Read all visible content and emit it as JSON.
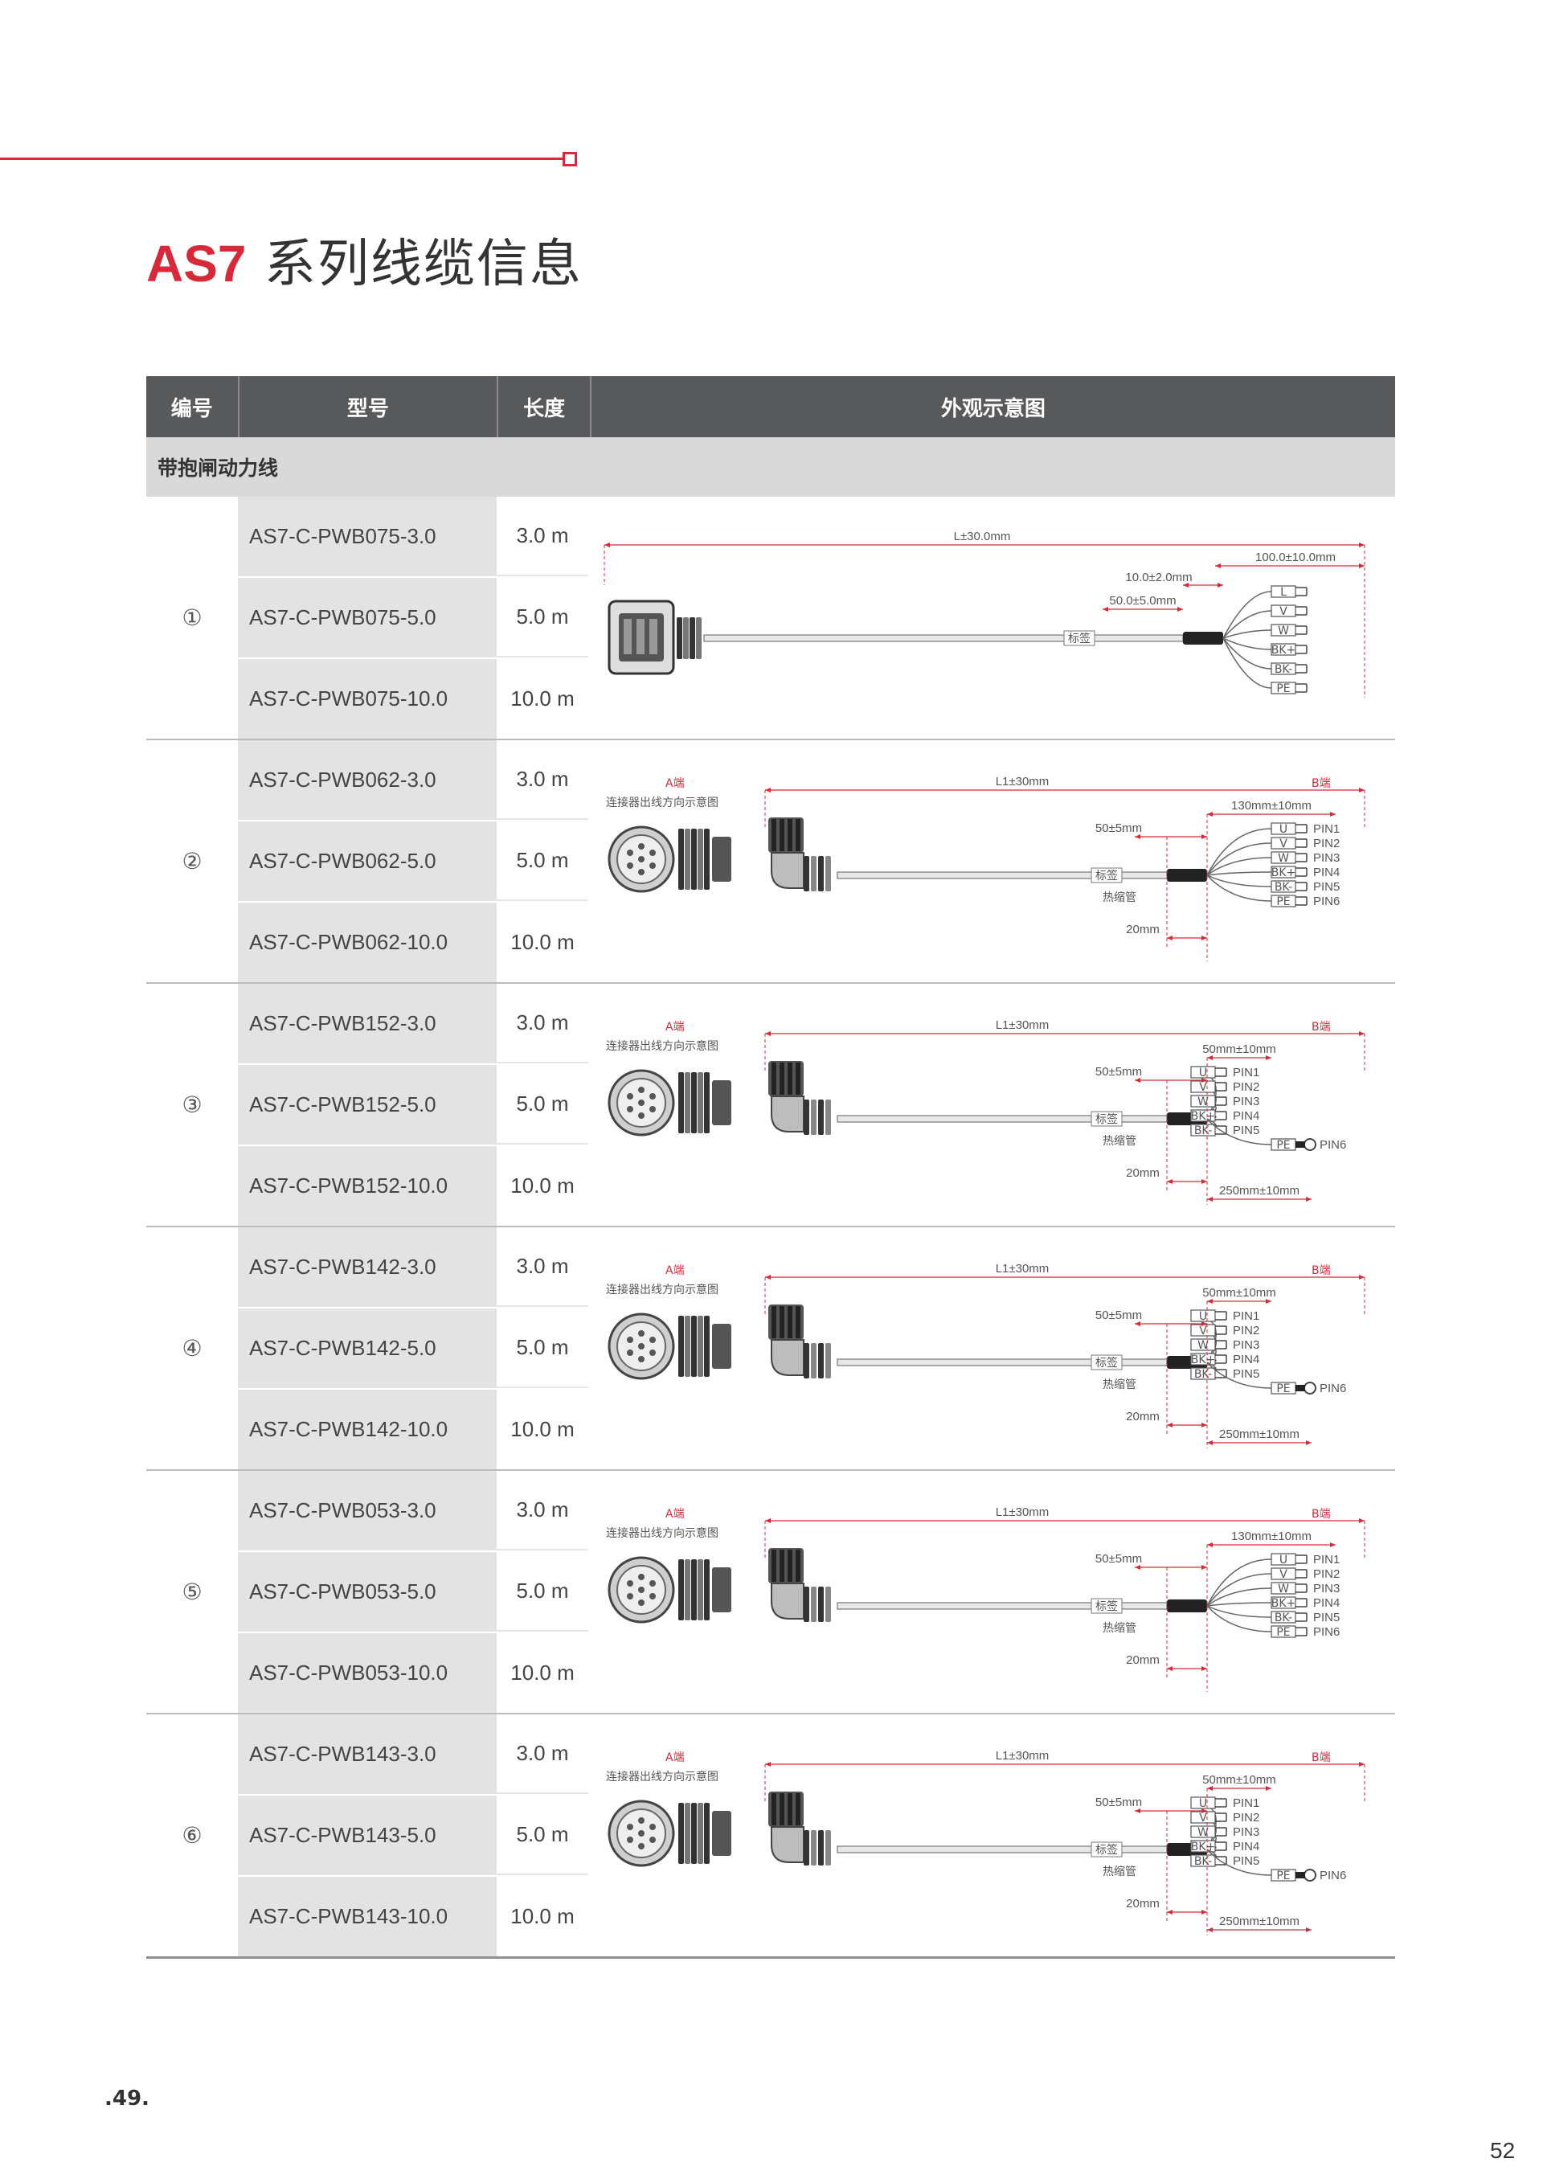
{
  "title": {
    "brand": "AS7",
    "rest": " 系列线缆信息"
  },
  "table": {
    "headers": {
      "no": "编号",
      "model": "型号",
      "length": "长度",
      "diagram": "外观示意图"
    },
    "section": "带抱闸动力线",
    "groups": [
      {
        "no": "①",
        "rows": [
          {
            "model": "AS7-C-PWB075-3.0",
            "length": "3.0 m"
          },
          {
            "model": "AS7-C-PWB075-5.0",
            "length": "5.0 m"
          },
          {
            "model": "AS7-C-PWB075-10.0",
            "length": "10.0 m"
          }
        ],
        "diagram": {
          "L": "L±30.0mm",
          "d1": "100.0±10.0mm",
          "d2": "10.0±2.0mm",
          "d3": "50.0±5.0mm",
          "tag": "标签",
          "pins": [
            "L",
            "V",
            "W",
            "BK+",
            "BK-",
            "PE"
          ]
        }
      },
      {
        "no": "②",
        "rows": [
          {
            "model": "AS7-C-PWB062-3.0",
            "length": "3.0 m"
          },
          {
            "model": "AS7-C-PWB062-5.0",
            "length": "5.0 m"
          },
          {
            "model": "AS7-C-PWB062-10.0",
            "length": "10.0 m"
          }
        ],
        "diagram": {
          "a_end": "A端",
          "b_end": "B端",
          "conn_note": "连接器出线方向示意图",
          "L": "L1±30mm",
          "d_fan": "130mm±10mm",
          "d_tube": "50±5mm",
          "tag": "标签",
          "sleeve": "热缩管",
          "d_short": "20mm",
          "pins": [
            "U",
            "V",
            "W",
            "BK+",
            "BK-",
            "PE"
          ],
          "pin_labels": [
            "PIN1",
            "PIN2",
            "PIN3",
            "PIN4",
            "PIN5",
            "PIN6"
          ]
        }
      },
      {
        "no": "③",
        "rows": [
          {
            "model": "AS7-C-PWB152-3.0",
            "length": "3.0 m"
          },
          {
            "model": "AS7-C-PWB152-5.0",
            "length": "5.0 m"
          },
          {
            "model": "AS7-C-PWB152-10.0",
            "length": "10.0 m"
          }
        ],
        "diagram": {
          "a_end": "A端",
          "b_end": "B端",
          "conn_note": "连接器出线方向示意图",
          "L": "L1±30mm",
          "d_fan": "50mm±10mm",
          "d_tube": "50±5mm",
          "tag": "标签",
          "sleeve": "热缩管",
          "d_short": "20mm",
          "d_pe": "250mm±10mm",
          "pins": [
            "U",
            "V",
            "W",
            "BK+",
            "BK-",
            "PE"
          ],
          "pin_labels": [
            "PIN1",
            "PIN2",
            "PIN3",
            "PIN4",
            "PIN5",
            "PIN6"
          ]
        }
      },
      {
        "no": "④",
        "rows": [
          {
            "model": "AS7-C-PWB142-3.0",
            "length": "3.0 m"
          },
          {
            "model": "AS7-C-PWB142-5.0",
            "length": "5.0 m"
          },
          {
            "model": "AS7-C-PWB142-10.0",
            "length": "10.0 m"
          }
        ],
        "diagram": {
          "a_end": "A端",
          "b_end": "B端",
          "conn_note": "连接器出线方向示意图",
          "L": "L1±30mm",
          "d_fan": "50mm±10mm",
          "d_tube": "50±5mm",
          "tag": "标签",
          "sleeve": "热缩管",
          "d_short": "20mm",
          "d_pe": "250mm±10mm",
          "pins": [
            "U",
            "V",
            "W",
            "BK+",
            "BK-",
            "PE"
          ],
          "pin_labels": [
            "PIN1",
            "PIN2",
            "PIN3",
            "PIN4",
            "PIN5",
            "PIN6"
          ]
        }
      },
      {
        "no": "⑤",
        "rows": [
          {
            "model": "AS7-C-PWB053-3.0",
            "length": "3.0 m"
          },
          {
            "model": "AS7-C-PWB053-5.0",
            "length": "5.0 m"
          },
          {
            "model": "AS7-C-PWB053-10.0",
            "length": "10.0 m"
          }
        ],
        "diagram": {
          "a_end": "A端",
          "b_end": "B端",
          "conn_note": "连接器出线方向示意图",
          "L": "L1±30mm",
          "d_fan": "130mm±10mm",
          "d_tube": "50±5mm",
          "tag": "标签",
          "sleeve": "热缩管",
          "d_short": "20mm",
          "pins": [
            "U",
            "V",
            "W",
            "BK+",
            "BK-",
            "PE"
          ],
          "pin_labels": [
            "PIN1",
            "PIN2",
            "PIN3",
            "PIN4",
            "PIN5",
            "PIN6"
          ]
        }
      },
      {
        "no": "⑥",
        "rows": [
          {
            "model": "AS7-C-PWB143-3.0",
            "length": "3.0 m"
          },
          {
            "model": "AS7-C-PWB143-5.0",
            "length": "5.0 m"
          },
          {
            "model": "AS7-C-PWB143-10.0",
            "length": "10.0 m"
          }
        ],
        "diagram": {
          "a_end": "A端",
          "b_end": "B端",
          "conn_note": "连接器出线方向示意图",
          "L": "L1±30mm",
          "d_fan": "50mm±10mm",
          "d_tube": "50±5mm",
          "tag": "标签",
          "sleeve": "热缩管",
          "d_short": "20mm",
          "d_pe": "250mm±10mm",
          "pins": [
            "U",
            "V",
            "W",
            "BK+",
            "BK-",
            "PE"
          ],
          "pin_labels": [
            "PIN1",
            "PIN2",
            "PIN3",
            "PIN4",
            "PIN5",
            "PIN6"
          ]
        }
      }
    ]
  },
  "footer": {
    "left": ".49.",
    "right": "52"
  },
  "colors": {
    "accent": "#d62a3a",
    "header_bg": "#58595b",
    "section_bg": "#d9d9d9",
    "model_bg": "#e3e3e3"
  }
}
